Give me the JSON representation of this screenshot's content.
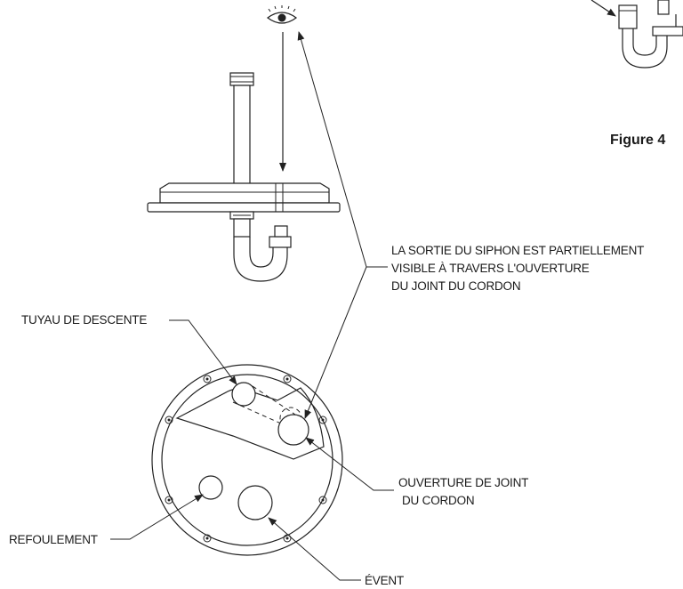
{
  "labels": {
    "siphon_note": {
      "line1": "LA SORTIE DU SIPHON EST PARTIELLEMENT",
      "line2": "VISIBLE À TRAVERS L'OUVERTURE",
      "line3": "DU JOINT DU CORDON"
    },
    "tuyau_descente": "TUYAU DE DESCENTE",
    "ouverture_joint": {
      "line1": "OUVERTURE DE JOINT",
      "line2": "DU CORDON"
    },
    "refoulement": "REFOULEMENT",
    "event": "ÉVENT"
  },
  "figure_caption": "Figure 4",
  "icons": {
    "viewer": "eye-icon"
  },
  "colors": {
    "line": "#222222",
    "text": "#1a1a1a",
    "background": "#ffffff"
  }
}
